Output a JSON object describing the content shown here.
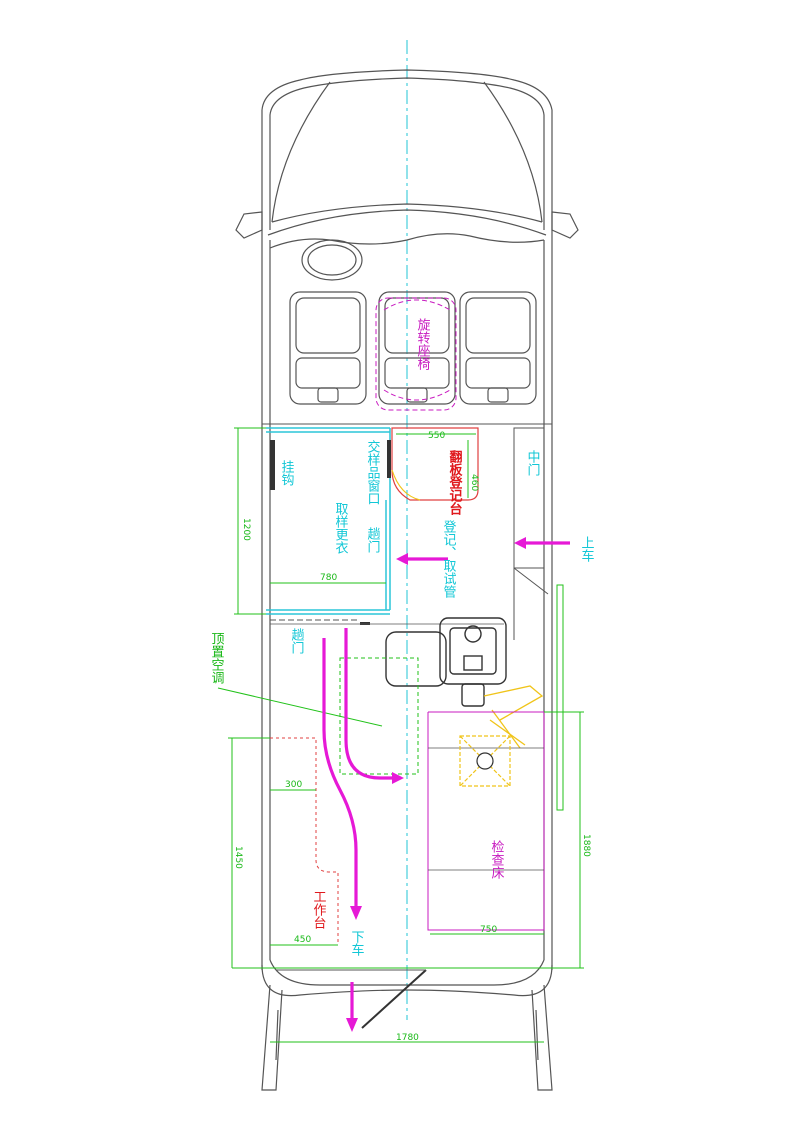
{
  "colors": {
    "outline": "#555555",
    "centerline": "#22c5d6",
    "partition": "#2cc6d8",
    "dimension": "#22c21a",
    "arrow": "#e619d6",
    "label_cyan": "#12c7d6",
    "label_magenta": "#c81bc0",
    "label_red": "#e0191d",
    "label_green": "#19b817",
    "equipment": "#333333",
    "equipment_yellow": "#f0c419",
    "counter_outline": "#e04040"
  },
  "labels": {
    "swivel_seat": "旋转座椅",
    "fold_desk": "翻板登记台",
    "middle_door": "中门",
    "board": "上车",
    "sample_window": "交样品窗口",
    "wall_hang": "挂钩",
    "sample_changing": "取样更衣",
    "sliding_door_1": "趟门",
    "registration": "登记、取试管",
    "sliding_door_2": "趟门",
    "roof_ac": "顶置空调",
    "exam_bed": "检查床",
    "workbench": "工作台",
    "alight": "下车"
  },
  "dimensions": {
    "d550": "550",
    "d460": "460",
    "d1200": "1200",
    "d780": "780",
    "d300": "300",
    "d1450": "1450",
    "d450": "450",
    "d1880": "1880",
    "d750": "750",
    "d1780": "1780"
  },
  "icons": [
    "seat-icon",
    "rotary-swivel-chair-icon",
    "x-ray-machine-icon",
    "arrow-icon"
  ]
}
